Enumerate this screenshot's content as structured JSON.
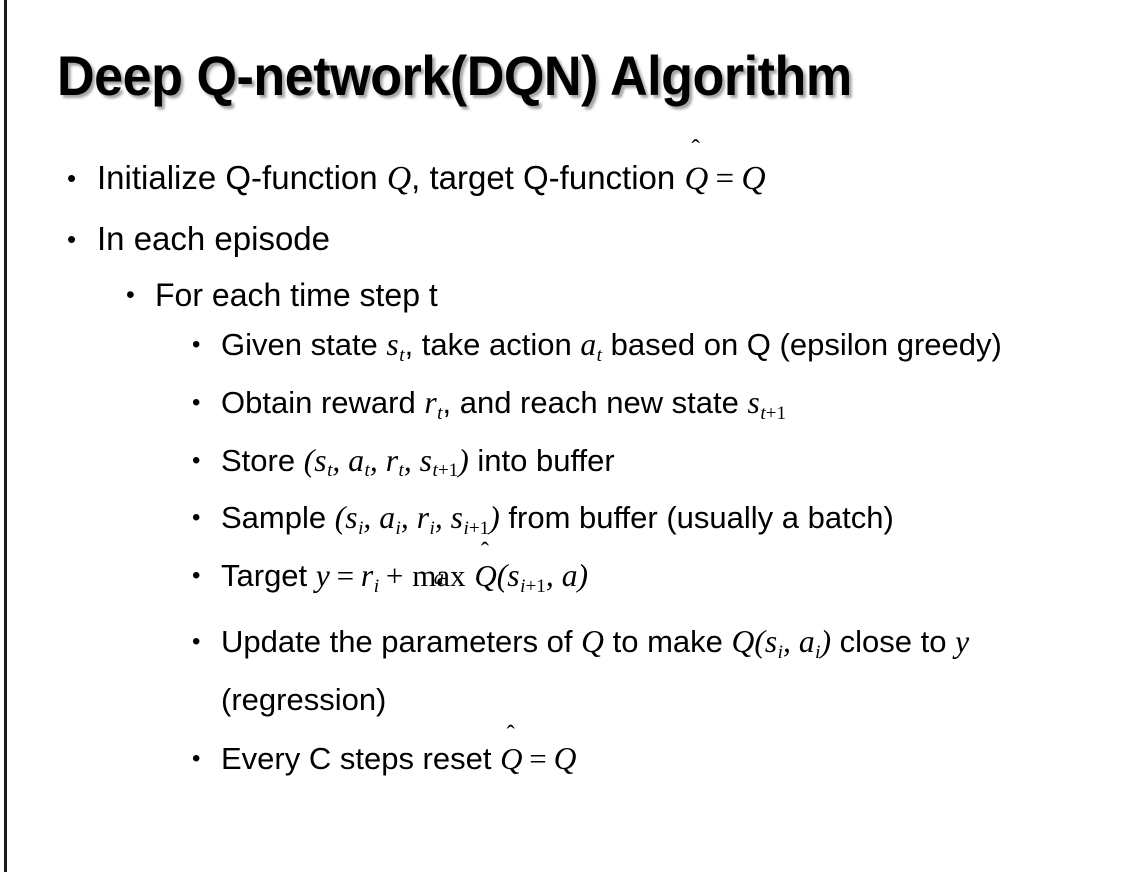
{
  "slide": {
    "title": "Deep Q-network(DQN) Algorithm",
    "background_color": "#ffffff",
    "text_color": "#000000",
    "left_rule_color": "#1a1a1a",
    "bullet_glyph": "•"
  },
  "content": {
    "b1": {
      "level": 1,
      "plain_text": "Initialize Q-function Q, target Q-function Q̂ = Q",
      "seg": {
        "t1": "Initialize Q-function ",
        "m1": "Q",
        "t2": ", target Q-function ",
        "hat_base": "Q",
        "hat_accent": "ˆ",
        "eq": "=",
        "m2": "Q"
      }
    },
    "b2": {
      "level": 1,
      "plain_text": "In each episode",
      "seg": {
        "t1": "In each episode"
      }
    },
    "b3": {
      "level": 2,
      "plain_text": "For each time step t",
      "seg": {
        "t1": "For each time step t"
      }
    },
    "b4": {
      "level": 3,
      "plain_text": "Given state s_t, take action a_t based on Q (epsilon greedy)",
      "seg": {
        "t1": "Given state ",
        "m1": "s",
        "m1sub": "t",
        "t2": ", take action ",
        "m2": "a",
        "m2sub": "t",
        "t3": " based on Q (epsilon greedy)"
      }
    },
    "b5": {
      "level": 3,
      "plain_text": "Obtain reward r_t, and reach new state s_t+1",
      "seg": {
        "t1": "Obtain reward ",
        "m1": "r",
        "m1sub": "t",
        "t2": ", and reach new state ",
        "m2": "s",
        "m2sub_var": "t",
        "m2sub_rest": "+1"
      }
    },
    "b6": {
      "level": 3,
      "plain_text": "Store (s_t, a_t, r_t, s_t+1) into buffer",
      "seg": {
        "t1": "Store ",
        "paren_open": "(",
        "m1": "s",
        "m1sub": "t",
        "c1": ", ",
        "m2": "a",
        "m2sub": "t",
        "c2": ", ",
        "m3": "r",
        "m3sub": "t",
        "c3": ", ",
        "m4": "s",
        "m4sub_var": "t",
        "m4sub_rest": "+1",
        "paren_close": ")",
        "t2": " into buffer"
      }
    },
    "b7": {
      "level": 3,
      "plain_text": "Sample (s_i, a_i, r_i, s_i+1) from buffer (usually a batch)",
      "seg": {
        "t1": "Sample ",
        "paren_open": "(",
        "m1": "s",
        "m1sub": "i",
        "c1": ", ",
        "m2": "a",
        "m2sub": "i",
        "c2": ", ",
        "m3": "r",
        "m3sub": "i",
        "c3": ", ",
        "m4": "s",
        "m4sub_var": "i",
        "m4sub_rest": "+1",
        "paren_close": ")",
        "t2": " from buffer (usually a batch)"
      }
    },
    "b8": {
      "level": 3,
      "plain_text": "Target y = r_i + max_a Q̂(s_i+1, a)",
      "seg": {
        "t1": "Target ",
        "y": "y",
        "eq": "=",
        "m1": "r",
        "m1sub": "i",
        "plus": "+",
        "op": "max",
        "op_limit": "a",
        "hat_base": "Q",
        "hat_accent": "ˆ",
        "paren_open": "(",
        "m2": "s",
        "m2sub_var": "i",
        "m2sub_rest": "+1",
        "c1": ", ",
        "m3": "a",
        "paren_close": ")"
      }
    },
    "b9": {
      "level": 3,
      "plain_text": "Update the parameters of Q to make Q(s_i, a_i) close to y (regression)",
      "seg": {
        "t1": "Update the parameters of ",
        "m1": "Q",
        "t2": " to make ",
        "m2": "Q",
        "paren_open": "(",
        "m3": "s",
        "m3sub": "i",
        "c1": ", ",
        "m4": "a",
        "m4sub": "i",
        "paren_close": ")",
        "t3": " close to ",
        "m5": "y",
        "t4": " (regression)"
      }
    },
    "b10": {
      "level": 3,
      "plain_text": "Every C steps reset Q̂ = Q",
      "seg": {
        "t1": "Every C steps reset ",
        "hat_base": "Q",
        "hat_accent": "ˆ",
        "eq": "=",
        "m1": "Q"
      }
    }
  }
}
